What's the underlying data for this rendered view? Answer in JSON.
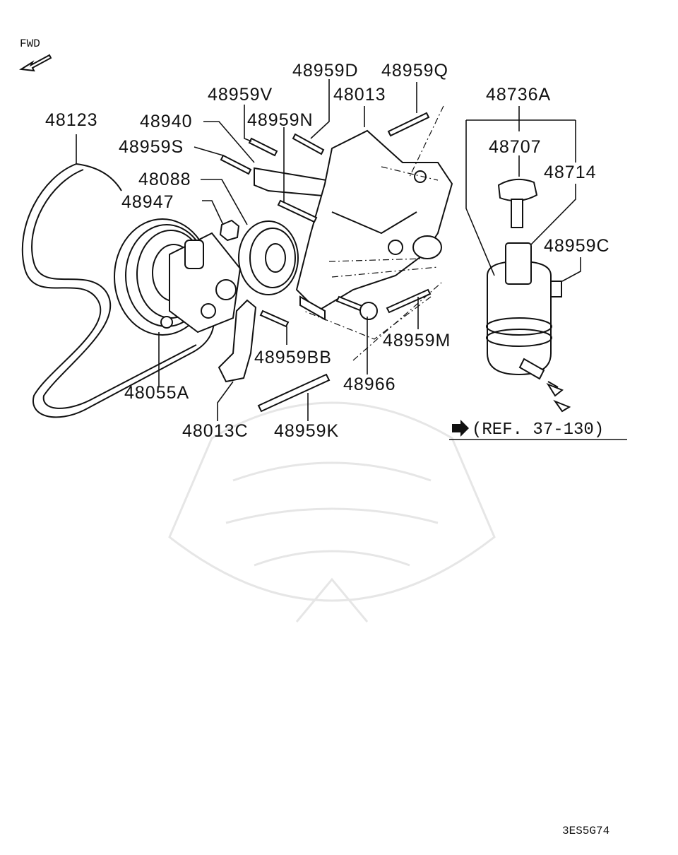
{
  "diagram": {
    "direction_label": "FWD",
    "reference": "(REF. 37-130)",
    "code": "3ES5G74",
    "parts": {
      "p48123": "48123",
      "p48940": "48940",
      "p48959S": "48959S",
      "p48959V": "48959V",
      "p48959N": "48959N",
      "p48959D": "48959D",
      "p48013": "48013",
      "p48959Q": "48959Q",
      "p48088": "48088",
      "p48947": "48947",
      "p48055A": "48055A",
      "p48013C": "48013C",
      "p48959BB": "48959BB",
      "p48959K": "48959K",
      "p48966": "48966",
      "p48959M": "48959M",
      "p48736A": "48736A",
      "p48707": "48707",
      "p48714": "48714",
      "p48959C": "48959C"
    }
  }
}
